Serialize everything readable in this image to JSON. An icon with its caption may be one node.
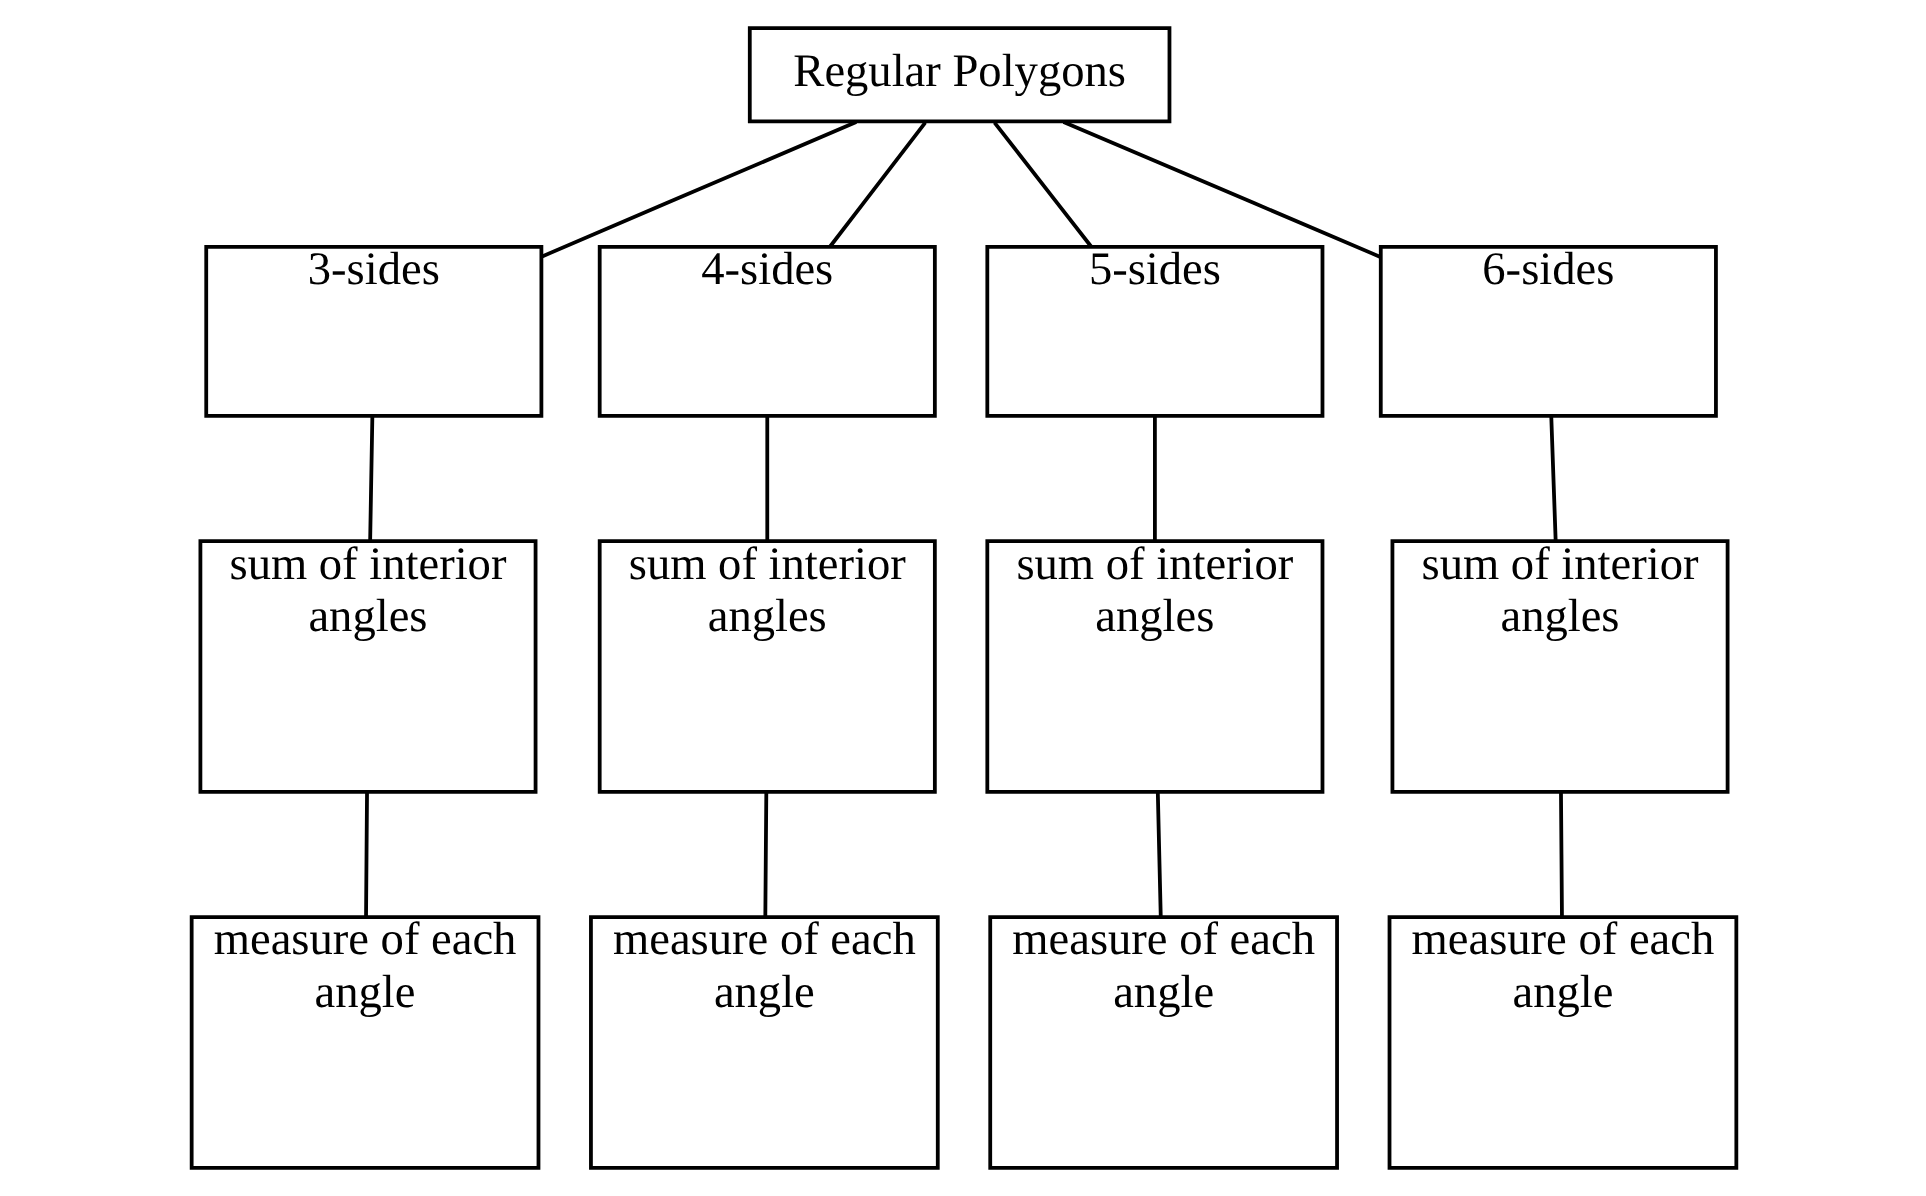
{
  "diagram": {
    "nodes": [
      {
        "text": [
          "Regular Polygons"
        ]
      },
      {
        "text": [
          "3-sides"
        ]
      },
      {
        "text": [
          "4-sides"
        ]
      },
      {
        "text": [
          "5-sides"
        ]
      },
      {
        "text": [
          "6-sides"
        ]
      },
      {
        "text": [
          "sum of interior angles"
        ]
      },
      {
        "text": [
          "sum of interior angles"
        ]
      },
      {
        "text": [
          "sum of interior angles"
        ]
      },
      {
        "text": [
          "sum of interior angles"
        ]
      },
      {
        "text": [
          "measure of each angle"
        ]
      },
      {
        "text": [
          "measure of each angle"
        ]
      },
      {
        "text": [
          "measure of each angle"
        ]
      },
      {
        "text": [
          "measure of each angle"
        ]
      }
    ],
    "edges": [
      {
        "from": 0,
        "to": 1,
        "arrow": "none"
      },
      {
        "from": 0,
        "to": 2,
        "arrow": "none"
      },
      {
        "from": 0,
        "to": 3,
        "arrow": "none"
      },
      {
        "from": 0,
        "to": 4,
        "arrow": "none"
      },
      {
        "from": 1,
        "to": 5,
        "arrow": "none"
      },
      {
        "from": 2,
        "to": 6,
        "arrow": "none"
      },
      {
        "from": 3,
        "to": 7,
        "arrow": "none"
      },
      {
        "from": 4,
        "to": 8,
        "arrow": "none"
      },
      {
        "from": 5,
        "to": 9,
        "arrow": "none"
      },
      {
        "from": 6,
        "to": 10,
        "arrow": "none"
      },
      {
        "from": 7,
        "to": 11,
        "arrow": "none"
      },
      {
        "from": 8,
        "to": 12,
        "arrow": "none"
      }
    ]
  }
}
